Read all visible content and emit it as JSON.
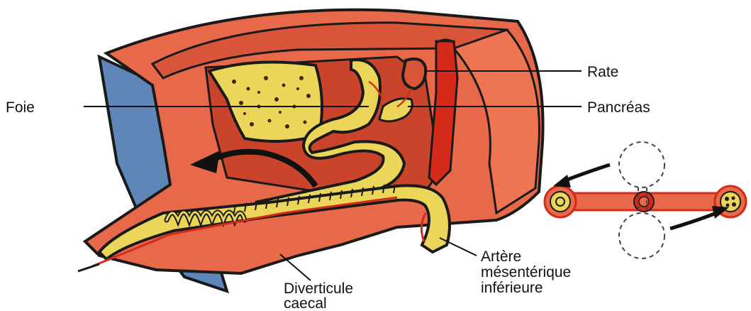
{
  "labels": {
    "foie": "Foie",
    "rate": "Rate",
    "pancreas": "Pancréas",
    "artere_line1": "Artère",
    "artere_line2": "mésentérique",
    "artere_line3": "inférieure",
    "diverticule_line1": "Diverticule",
    "diverticule_line2": "caecal"
  },
  "colors": {
    "body_wall": "#e8684a",
    "body_wall_dark": "#c9442a",
    "blue_wall": "#5f86b8",
    "yellow_organ": "#ecd65a",
    "outline": "#1a1a1a",
    "vessel_red": "#d42a1a",
    "arrow": "#111111"
  }
}
